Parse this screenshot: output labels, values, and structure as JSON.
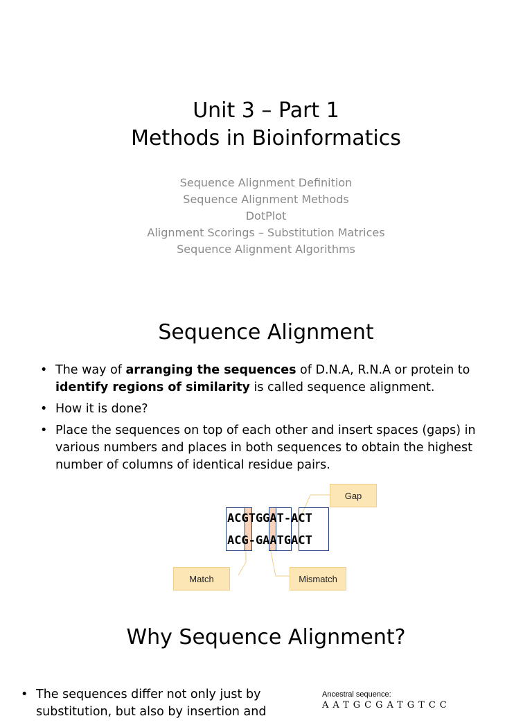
{
  "slide1": {
    "title_line1": "Unit 3 – Part 1",
    "title_line2": "Methods in Bioinformatics",
    "topics": [
      "Sequence Alignment Definition",
      "Sequence Alignment Methods",
      "DotPlot",
      "Alignment Scorings – Substitution Matrices",
      "Sequence Alignment Algorithms"
    ]
  },
  "slide2": {
    "title": "Sequence Alignment",
    "bullet1": {
      "t1": "The way of ",
      "b1": "arranging the sequences",
      "t2": " of D.N.A, R.N.A or protein to ",
      "b2": "identify regions of similarity",
      "t3": " is called sequence alignment."
    },
    "bullet2": "How it is done?",
    "bullet3": "Place the sequences on top of each other and insert spaces (gaps) in various numbers and places in both sequences to obtain the highest number of columns of identical residue pairs.",
    "figure": {
      "seq_top": "ACGTGGAT-ACT",
      "seq_bottom": "ACG-GAATGACT",
      "label_gap": "Gap",
      "label_match": "Match",
      "label_mismatch": "Mismatch"
    }
  },
  "slide3": {
    "title": "Why Sequence Alignment?",
    "bullet1": "The sequences differ not only just by substitution, but also by insertion and",
    "ancestral_label": "Ancestral sequence:",
    "ancestral_seq": "AATGCGATGTCC"
  },
  "colors": {
    "callout_fill": "#fde6b6",
    "highlight": "#f4b183",
    "box_border": "#1f3f7a",
    "subtitle_gray": "#8a8a8a"
  }
}
